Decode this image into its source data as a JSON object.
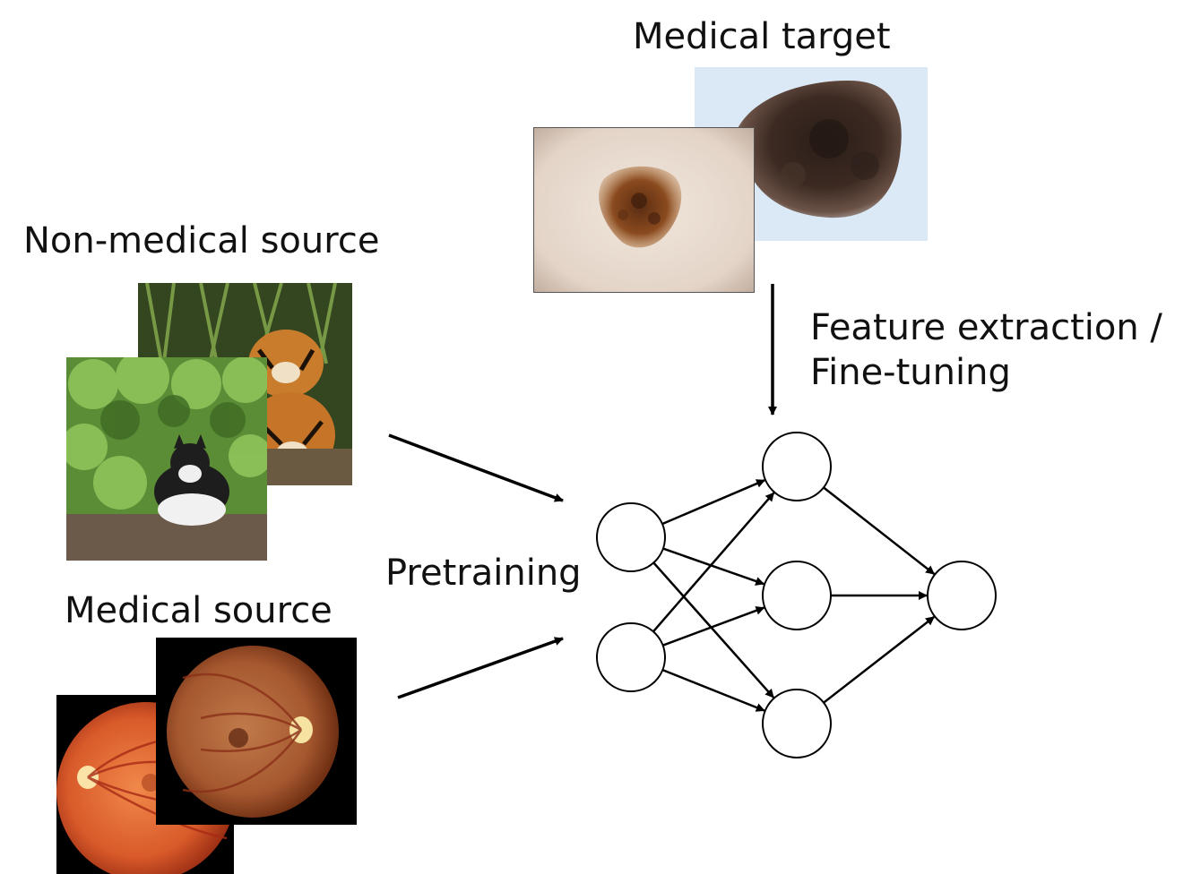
{
  "labels": {
    "medical_target": "Medical target",
    "non_medical_source": "Non-medical source",
    "medical_source": "Medical source",
    "pretraining": "Pretraining",
    "finetune_line1": "Feature extraction /",
    "finetune_line2": "Fine-tuning"
  },
  "images": [
    {
      "name": "melanoma-lesion-photo",
      "depicts": "dark skin lesion on light blue background"
    },
    {
      "name": "nevus-lesion-photo",
      "depicts": "brown mole on light skin"
    },
    {
      "name": "tiger-cubs-photo",
      "depicts": "tiger cubs among green bamboo"
    },
    {
      "name": "cat-in-bush-photo",
      "depicts": "black and white cat under a green bush"
    },
    {
      "name": "retina-fundus-photo-1",
      "depicts": "orange retinal fundus on black background"
    },
    {
      "name": "retina-fundus-photo-2",
      "depicts": "brown retinal fundus on black background"
    }
  ],
  "network": {
    "layers": [
      2,
      3,
      1
    ]
  },
  "colors": {
    "line": "#000000",
    "node_fill": "#ffffff",
    "text": "#111111"
  }
}
